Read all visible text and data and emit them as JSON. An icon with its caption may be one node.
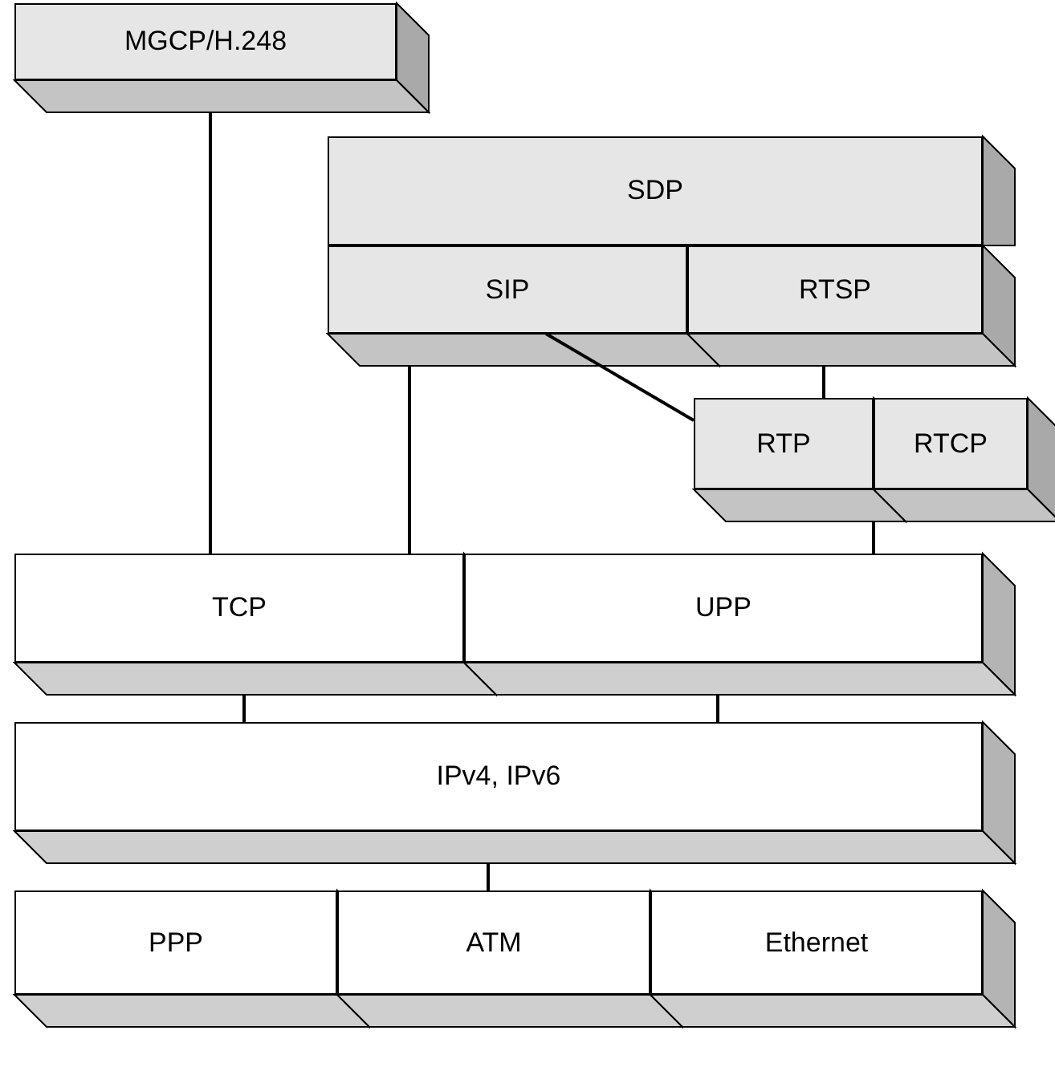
{
  "diagram": {
    "nodes": [
      {
        "text": [
          "MGCP/H.248"
        ]
      },
      {
        "text": [
          "SDP"
        ]
      },
      {
        "text": [
          "SIP"
        ]
      },
      {
        "text": [
          "RTSP"
        ]
      },
      {
        "text": [
          "RTP"
        ]
      },
      {
        "text": [
          "RTCP"
        ]
      },
      {
        "text": [
          "TCP"
        ]
      },
      {
        "text": [
          "UPP"
        ]
      },
      {
        "text": [
          "IPv4, IPv6"
        ]
      },
      {
        "text": [
          "PPP"
        ]
      },
      {
        "text": [
          "ATM"
        ]
      },
      {
        "text": [
          "Ethernet"
        ]
      }
    ],
    "edges": [
      {
        "from": 0,
        "to": 6,
        "arrow": "none"
      },
      {
        "from": 2,
        "to": 6,
        "arrow": "none"
      },
      {
        "from": 2,
        "to": 4,
        "arrow": "none"
      },
      {
        "from": 3,
        "to": 4,
        "arrow": "none"
      },
      {
        "from": 4,
        "to": 7,
        "arrow": "none"
      },
      {
        "from": 6,
        "to": 8,
        "arrow": "none"
      },
      {
        "from": 7,
        "to": 8,
        "arrow": "none"
      },
      {
        "from": 8,
        "to": 10,
        "arrow": "none"
      }
    ]
  }
}
